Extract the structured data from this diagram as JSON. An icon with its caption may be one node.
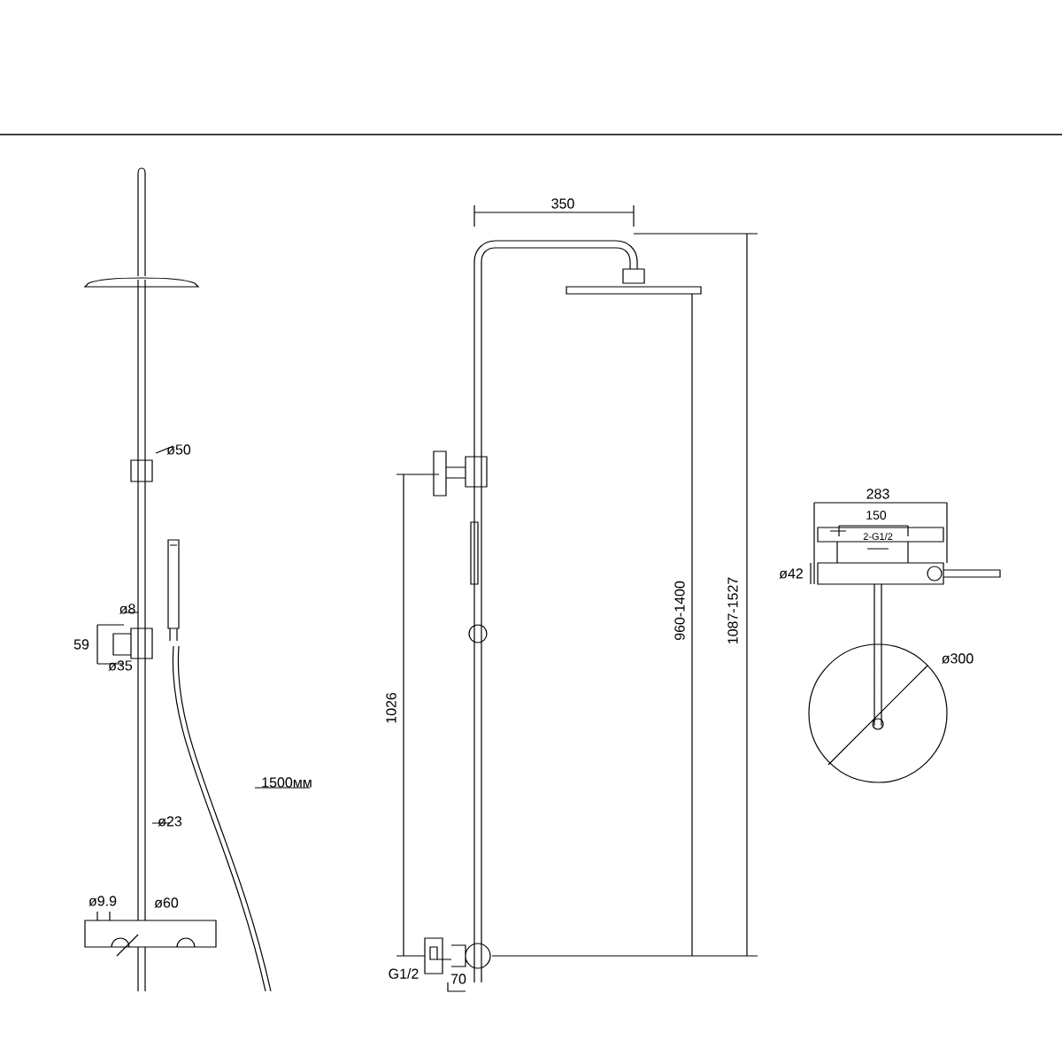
{
  "diagram": {
    "labels": [
      "350",
      "ø50",
      "283",
      "150",
      "2-G1/2",
      "ø42",
      "ø8",
      "59",
      "ø35",
      "960-1400",
      "1087-1527",
      "ø300",
      "1026",
      "1500мм",
      "ø23",
      "ø9.9",
      "ø60",
      "G1/2",
      "70"
    ]
  }
}
